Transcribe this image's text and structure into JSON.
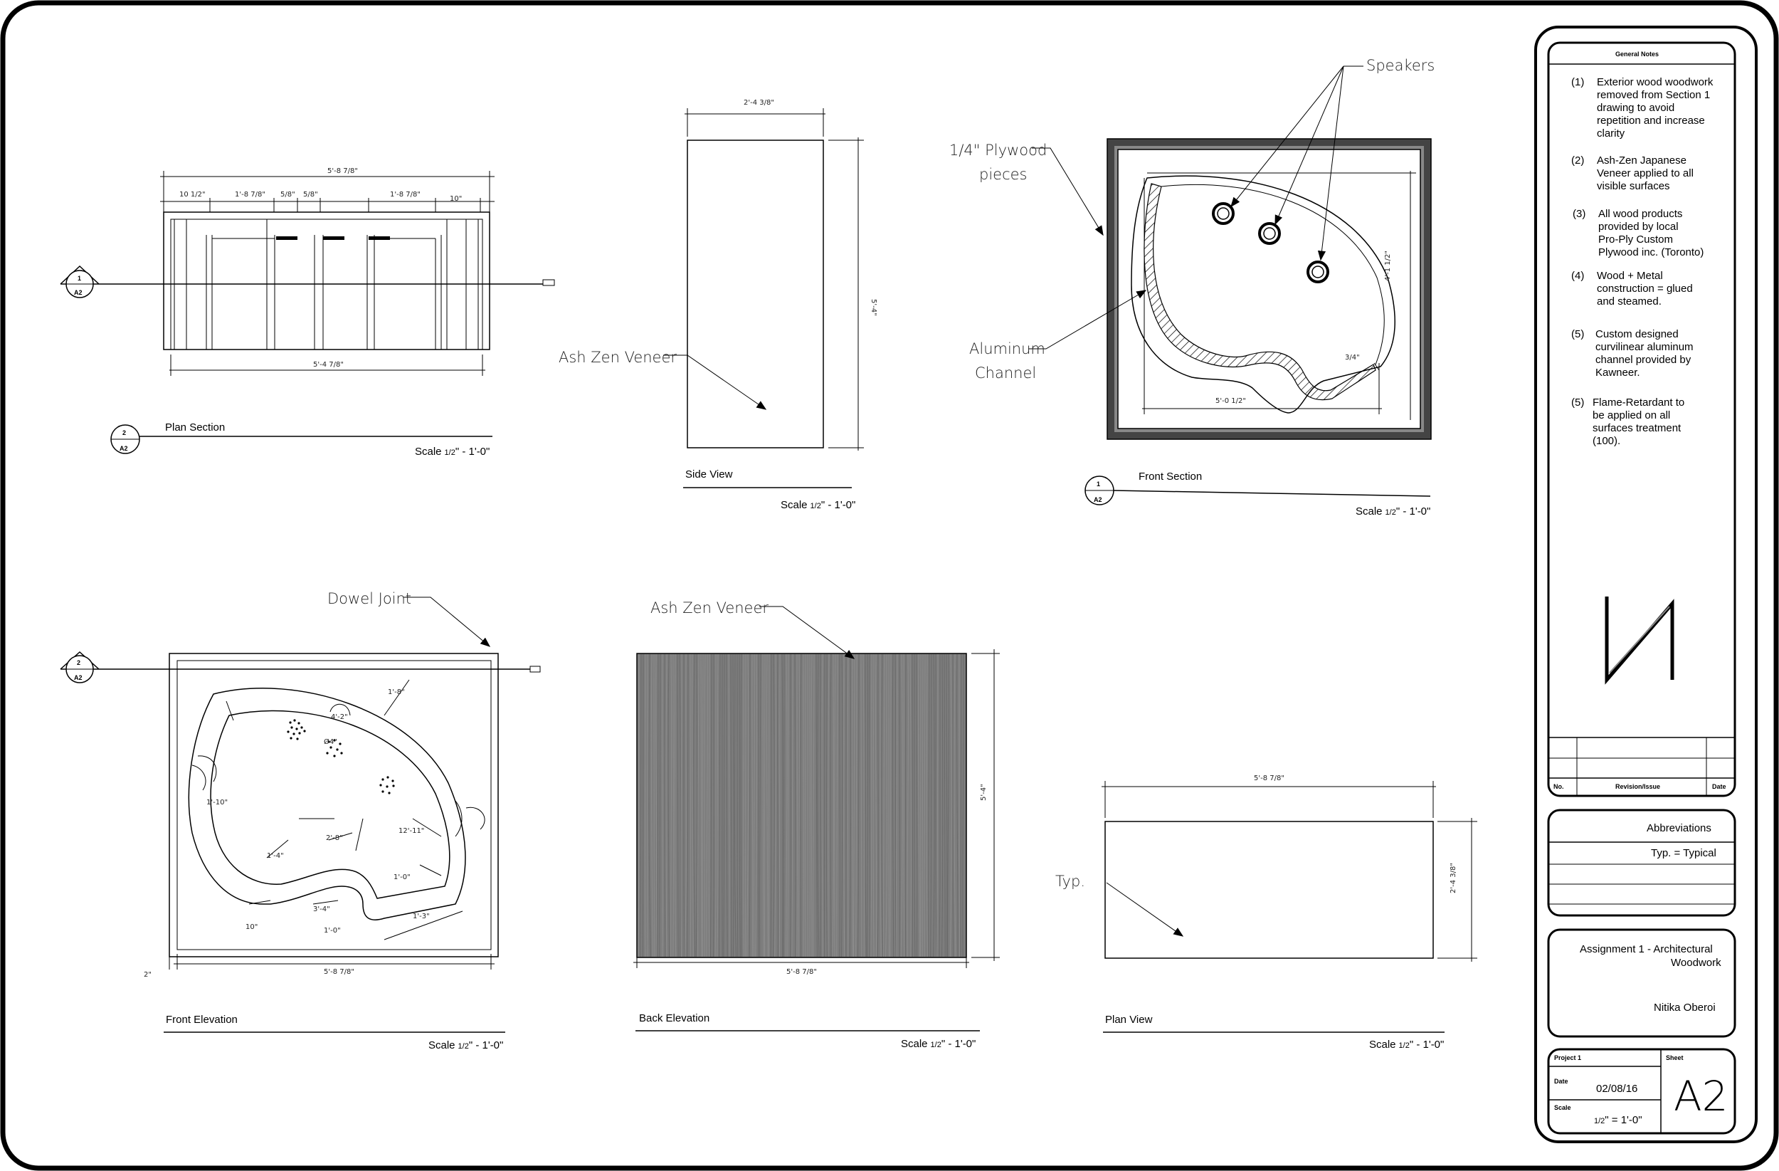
{
  "views": {
    "plan_section": {
      "title": "Plan Section",
      "scale_prefix": "Scale",
      "scale_frac": "1/2",
      "scale_suffix": "\" - 1'-0\"",
      "marker_top": "2",
      "marker_bottom": "A2",
      "section_marker_top": "1",
      "section_marker_bottom": "A2",
      "dims": {
        "overall_top": "5'-8 7/8\"",
        "overall_bottom": "5'-4 7/8\"",
        "seg1": "10 1/2\"",
        "seg2": "1'-8 7/8\"",
        "seg3": "5/8\"",
        "seg4": "5/8\"",
        "seg5": "1'-8 7/8\"",
        "seg6": "10\""
      }
    },
    "side_view": {
      "title": "Side View",
      "scale_prefix": "Scale",
      "scale_frac": "1/2",
      "scale_suffix": "\" - 1'-0\"",
      "dim_top": "2'-4 3/8\"",
      "dim_right": "5'-4\"",
      "callout": "Ash Zen Veneer"
    },
    "front_section": {
      "title": "Front Section",
      "scale_prefix": "Scale",
      "scale_frac": "1/2",
      "scale_suffix": "\" - 1'-0\"",
      "marker_top": "1",
      "marker_bottom": "A2",
      "callout_speakers": "Speakers",
      "callout_plywood_1": "1/4\" Plywood",
      "callout_plywood_2": "pieces",
      "callout_channel_1": "Aluminum",
      "callout_channel_2": "Channel",
      "dim_bottom": "5'-0 1/2\"",
      "dim_right": "4'-1 1/2\"",
      "dim_small": "3/4\""
    },
    "front_elevation": {
      "title": "Front Elevation",
      "scale_prefix": "Scale",
      "scale_frac": "1/2",
      "scale_suffix": "\" - 1'-0\"",
      "marker_top": "2",
      "marker_bottom": "A2",
      "callout": "Dowel Joint",
      "dim_bottom": "5'-8 7/8\"",
      "dim_left": "2\""
    },
    "back_elevation": {
      "title": "Back Elevation",
      "scale_prefix": "Scale",
      "scale_frac": "1/2",
      "scale_suffix": "\" - 1'-0\"",
      "callout": "Ash Zen Veneer",
      "dim_bottom": "5'-8 7/8\"",
      "dim_right": "5'-4\""
    },
    "plan_view": {
      "title": "Plan View",
      "scale_prefix": "Scale",
      "scale_frac": "1/2",
      "scale_suffix": "\" - 1'-0\"",
      "callout": "Typ.",
      "dim_top": "5'-8 7/8\"",
      "dim_right": "2'-4 3/8\""
    }
  },
  "title_block": {
    "general_notes_title": "General Notes",
    "notes": [
      {
        "num": "(1)",
        "lines": [
          "Exterior wood woodwork",
          "removed from Section 1",
          "drawing to avoid",
          "repetition and increase",
          "clarity"
        ]
      },
      {
        "num": "(2)",
        "lines": [
          "Ash-Zen Japanese",
          "Veneer applied to all",
          "visible surfaces"
        ]
      },
      {
        "num": "(3)",
        "lines": [
          "All wood products",
          "provided by local",
          "Pro-Ply Custom",
          "Plywood inc. (Toronto)"
        ]
      },
      {
        "num": "(4)",
        "lines": [
          "Wood + Metal",
          "construction = glued",
          "and steamed."
        ]
      },
      {
        "num": "(5)",
        "lines": [
          "Custom designed",
          "curvilinear aluminum",
          "channel provided by",
          "Kawneer."
        ]
      },
      {
        "num": "(5)",
        "lines": [
          "Flame-Retardant to",
          "be applied on all",
          "surfaces treatment",
          "(100)."
        ]
      }
    ],
    "revision_headers": {
      "no": "No.",
      "revision": "Revision/Issue",
      "date": "Date"
    },
    "abbreviations_title": "Abbreviations",
    "abbreviations": [
      "Typ. = Typical"
    ],
    "project_title_1": "Assignment 1 - Architectural",
    "project_title_2": "Woodwork",
    "author": "Nitika Oberoi",
    "project_label": "Project 1",
    "date_label": "Date",
    "date_value": "02/08/16",
    "scale_label": "Scale",
    "scale_value_frac": "1/2",
    "scale_value_rest": "\" = 1'-0\"",
    "sheet_label": "Sheet",
    "sheet_value": "A2"
  },
  "colors": {
    "line": "#000000",
    "veneer": "#7d7d7d",
    "veneer_dark": "#606060",
    "frame": "#555555"
  }
}
